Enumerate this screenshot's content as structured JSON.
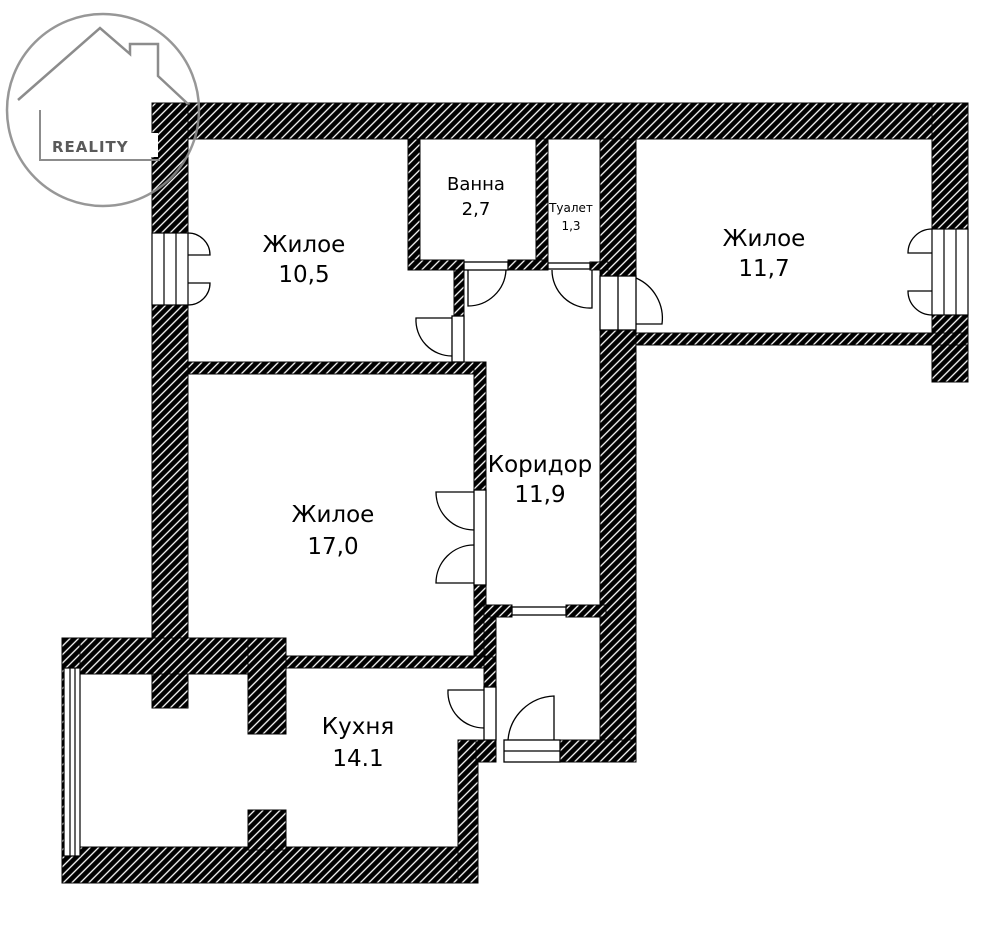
{
  "logo": {
    "text": "REALITY"
  },
  "rooms": [
    {
      "id": "living-1",
      "name": "Жилое",
      "area": "10,5"
    },
    {
      "id": "bath",
      "name": "Ванна",
      "area": "2,7"
    },
    {
      "id": "toilet",
      "name": "Туалет",
      "area": "1,3"
    },
    {
      "id": "living-2",
      "name": "Жилое",
      "area": "11,7"
    },
    {
      "id": "corridor",
      "name": "Коридор",
      "area": "11,9"
    },
    {
      "id": "living-3",
      "name": "Жилое",
      "area": "17,0"
    },
    {
      "id": "kitchen",
      "name": "Кухня",
      "area": "14.1"
    }
  ],
  "colors": {
    "wall": "#000000",
    "hatch_bg": "#ffffff",
    "logo_gray": "#8c8c8c"
  }
}
